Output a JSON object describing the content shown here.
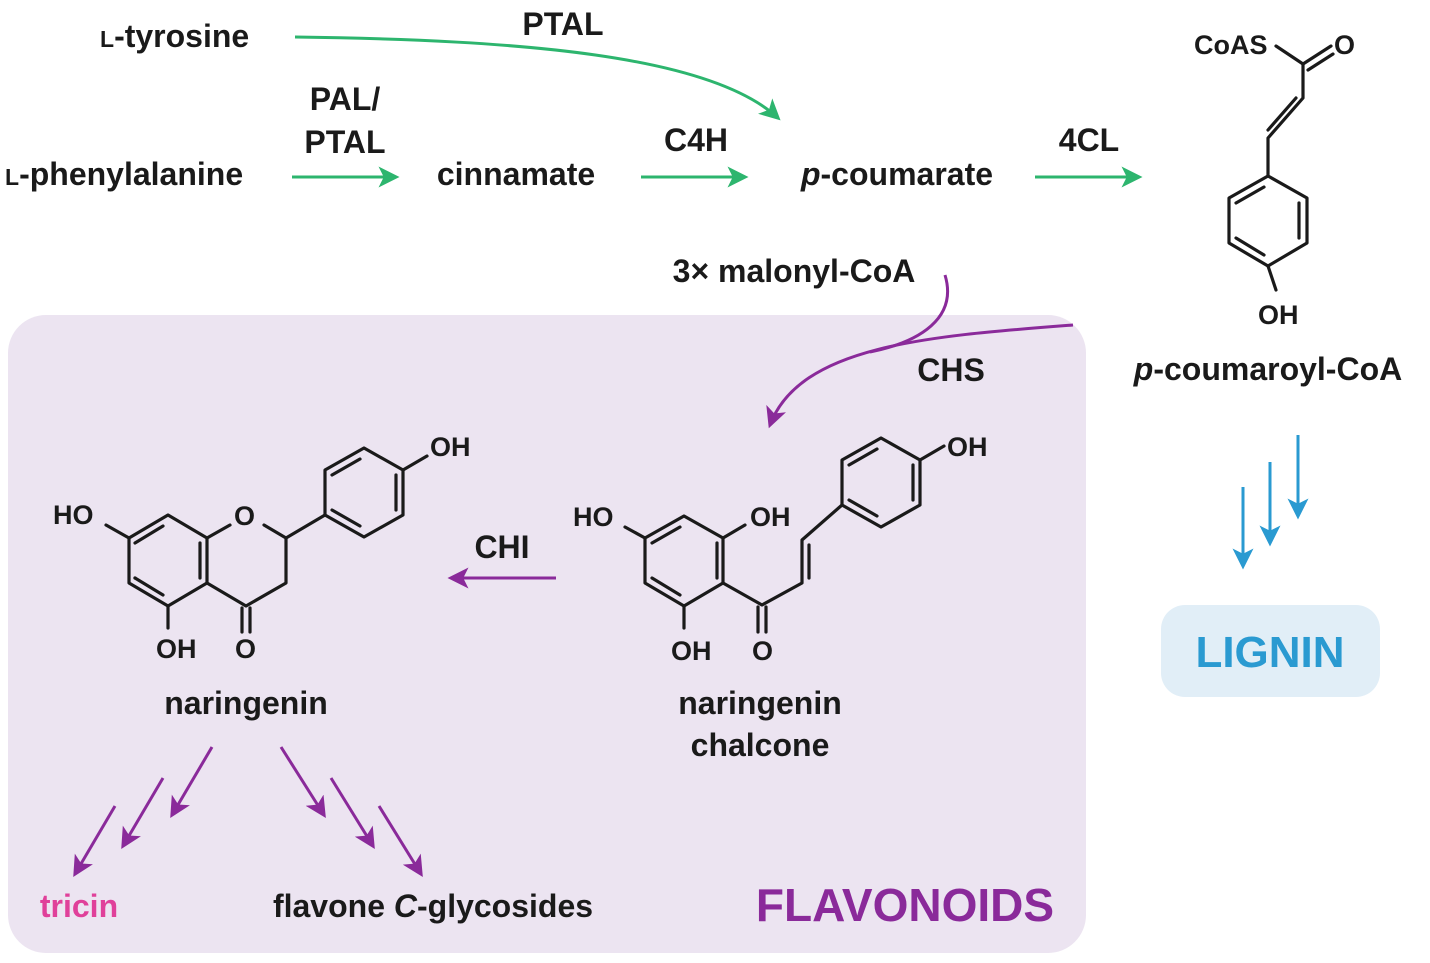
{
  "colors": {
    "green_arrow": "#2db56e",
    "purple_arrow": "#8a2a9a",
    "blue_arrow": "#2a9ad1",
    "flavonoid_panel": "#ece4f1",
    "lignin_panel": "#e1eef7",
    "tricin_text": "#e0409a",
    "flavonoids_text": "#8a2a9a",
    "lignin_text": "#2a9ad1"
  },
  "compounds": {
    "l_tyrosine": {
      "prefix": "L",
      "name": "-tyrosine"
    },
    "l_phenylalanine": {
      "prefix": "L",
      "name": "-phenylalanine"
    },
    "cinnamate": "cinnamate",
    "p_coumarate": {
      "italic": "p",
      "rest": "-coumarate"
    },
    "malonyl_coa": "3× malonyl-CoA",
    "p_coumaroyl_coa": {
      "italic": "p",
      "rest": "-coumaroyl-CoA"
    },
    "naringenin": "naringenin",
    "naringenin_chalcone": {
      "line1": "naringenin",
      "line2": "chalcone"
    },
    "tricin": "tricin",
    "flavone_c_glycosides": {
      "pre": "flavone ",
      "italic": "C",
      "post": "-glycosides"
    }
  },
  "enzymes": {
    "ptal_top": "PTAL",
    "pal_ptal": {
      "line1": "PAL/",
      "line2": "PTAL"
    },
    "c4h": "C4H",
    "fourcl": "4CL",
    "chs": "CHS",
    "chi": "CHI"
  },
  "atoms": {
    "coas": "CoAS",
    "o": "O",
    "oh": "OH",
    "ho": "HO"
  },
  "groups": {
    "flavonoids": "FLAVONOIDS",
    "lignin": "LIGNIN"
  }
}
